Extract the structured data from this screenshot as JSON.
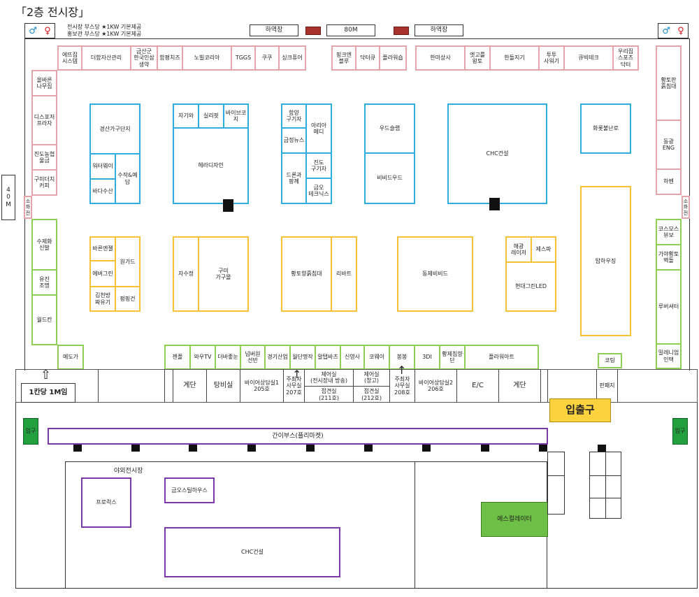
{
  "header": {
    "title": "「2층 전시장」",
    "note1": "전시장 부스당 ★1KW 기본제공",
    "note2": "홍보관 부스당 ★1KW 기본제공"
  },
  "top_signs": {
    "loading_left": "하역장",
    "width": "80M",
    "loading_right": "하역장"
  },
  "side_sign": {
    "height": "4\n0\nM",
    "fire_left": "소\n화\n전",
    "fire_right": "소\n화\n전"
  },
  "booths": {
    "top_pink": [
      "에뜨집\n시스템",
      "더함자산관리",
      "금산군\n한국인삼\n생약",
      "함평치즈",
      "노빌코리아",
      "TGGS",
      "쿠쿠",
      "싱크퓨어",
      "핑크엔\n블루",
      "닥터큐",
      "플라워숍",
      "한미상사",
      "엣고를\n왕토",
      "한돌지기",
      "투투\n사워기",
      "큐빅테크",
      "우리집\n스포츠\n닥터"
    ],
    "left_pink": [
      "올바른\n나무집",
      "디스포저\n프라자",
      "진도농협\n울금",
      "구미더치\n커피"
    ],
    "right_pink": [
      "황토판\n흙침대",
      "동광\nENG",
      "하벤"
    ],
    "blue": {
      "gyeongsan": "경산가구단지",
      "waterway": "워터웨이",
      "suzak": "수작&예\n담",
      "bada": "바다수산",
      "jagiwa": "자기와",
      "sillifit": "실리핏",
      "biobreath": "바이브코\n지",
      "hera": "헤라디자인",
      "hamyang": "함양\n구기자",
      "ariamedi": "아리아\n메디",
      "geumjeong": "금정뉴스",
      "drone": "드론과\n팡께",
      "jindo": "진도\n구기자",
      "geumoh": "금오\n테크닉스",
      "woodslum": "우드슬랩",
      "bibid": "비비드우드",
      "chc": "CHC건설",
      "hwaro": "화롯불난로"
    },
    "yellow": {
      "barun": "바른엔젤",
      "wongard": "원가드",
      "ever": "에버그린",
      "kimchi": "김천방\n짜유기",
      "pyeongping": "펑핑건",
      "jasu": "자수정",
      "gumi": "구미\n가구몰",
      "hwangto": "황토향흙침대",
      "ribart": "리바트",
      "dongje": "동제비비드",
      "haegang": "해광\n레이저",
      "jesu": "제스파",
      "hyundai": "현대그린LED",
      "tab": "탑하우징"
    },
    "left_green": [
      "수제화\n신발",
      "유진\n조명",
      "월드칸"
    ],
    "right_green": [
      "코스모스\n뷰보",
      "가야황토\n벽돌",
      "루버셔터",
      "밀레니엄\n인택"
    ],
    "bottom_green": [
      "메도가",
      "젠플",
      "와우TV",
      "더바좋눈",
      "넘버원\n선반",
      "경기산업",
      "월단명작",
      "알탭바츠",
      "신영사",
      "코웨이",
      "봉봉",
      "3DI",
      "황제침향\n단",
      "플라워아트"
    ],
    "cotting": "코팅"
  },
  "service_row": {
    "stairs_left": "계단",
    "lounge": "탕비실",
    "bio1": "바이어상담실1\n205호",
    "office207": "주최자\n사무실\n207호",
    "control211": "제어실\n(전시장내 방송)",
    "meeting211": "접견실\n(211호)",
    "control212": "제어실\n(창고)",
    "meeting212": "접견실\n(212호)",
    "office208": "주최자\n사무실\n208호",
    "bio2": "바이어상담실2\n206호",
    "ec": "E/C",
    "stairs_right": "계단",
    "banner": "판패지"
  },
  "labels": {
    "unit_note": "1칸당 1M임",
    "entrance_main": "입출구",
    "entrance_left": "입구",
    "entrance_right": "입구",
    "simple_booth": "간이부스(플리마켓)",
    "outdoor": "야외전시장",
    "prolux": "프로럭스",
    "geumoh_steel": "금오스틸하우스",
    "chc_outdoor": "CHC건설",
    "escalator": "에스컬레이터"
  },
  "colors": {
    "pink": "#e5a3aa",
    "blue": "#2eaee0",
    "yellow": "#f5c236",
    "green": "#8fcf53",
    "purple": "#7a38a8",
    "entrance": "#fdd23f",
    "escalator": "#6ebf45",
    "exit": "#a8322c"
  }
}
